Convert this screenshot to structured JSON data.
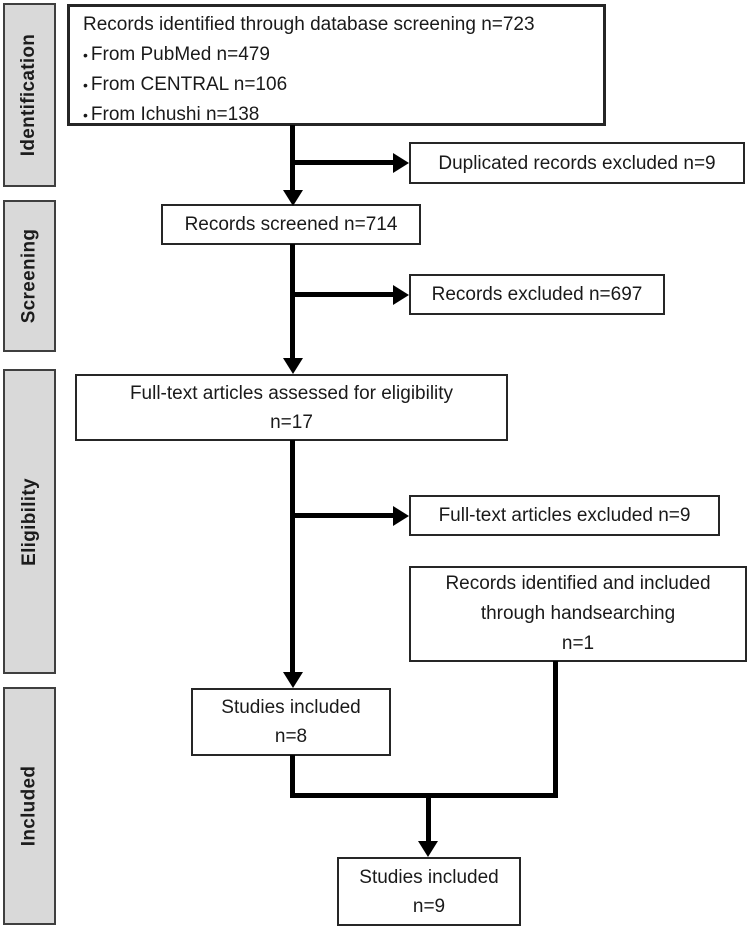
{
  "diagram": {
    "type": "prisma-flow-diagram",
    "colors": {
      "background": "#ffffff",
      "box_fill": "#ffffff",
      "box_border": "#262626",
      "stage_fill": "#d9d9d9",
      "stage_border": "#3f3f3f",
      "connector": "#000000",
      "text": "#1a1a1a"
    },
    "stages": [
      {
        "id": "identification",
        "label": "Identification"
      },
      {
        "id": "screening",
        "label": "Screening"
      },
      {
        "id": "eligibility",
        "label": "Eligibility"
      },
      {
        "id": "included",
        "label": "Included"
      }
    ],
    "boxes": {
      "identified": {
        "title": "Records identified through database screening n=723",
        "bullet_char": "•",
        "bullets": [
          "From PubMed n=479",
          "From CENTRAL n=106",
          "From Ichushi n=138"
        ]
      },
      "duplicates_excluded": {
        "lines": [
          "Duplicated records excluded n=9"
        ]
      },
      "screened": {
        "lines": [
          "Records screened n=714"
        ]
      },
      "records_excluded": {
        "lines": [
          "Records excluded n=697"
        ]
      },
      "fulltext_assessed": {
        "lines": [
          "Full-text articles assessed for eligibility",
          "n=17"
        ]
      },
      "fulltext_excluded": {
        "lines": [
          "Full-text articles excluded n=9"
        ]
      },
      "handsearching": {
        "lines": [
          "Records identified and included",
          "through handsearching",
          "n=1"
        ]
      },
      "included_8": {
        "lines": [
          "Studies included",
          "n=8"
        ]
      },
      "included_9": {
        "lines": [
          "Studies included",
          "n=9"
        ]
      }
    }
  }
}
